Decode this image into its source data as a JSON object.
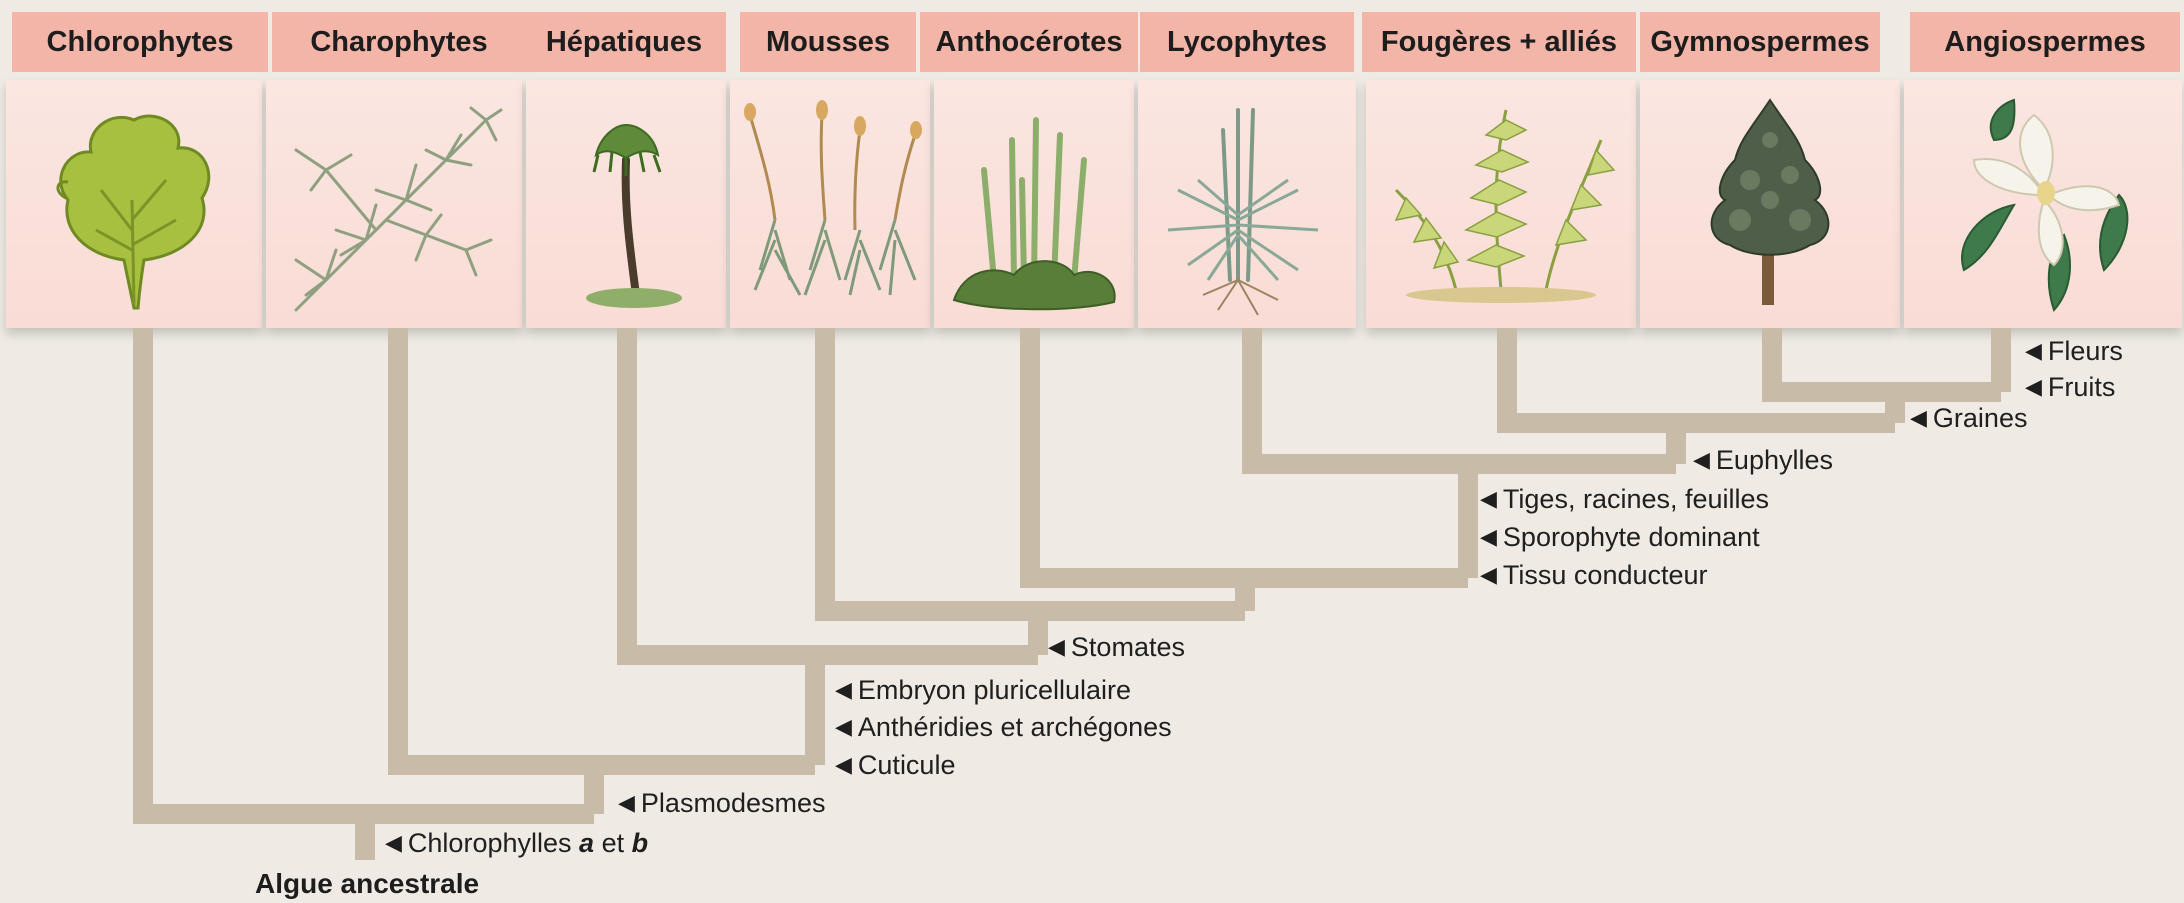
{
  "groups": [
    {
      "name": "Chlorophytes",
      "icon": "green-alga-icon"
    },
    {
      "name": "Charophytes",
      "icon": "charophyte-alga-icon"
    },
    {
      "name": "Hépatiques",
      "icon": "liverwort-icon"
    },
    {
      "name": "Mousses",
      "icon": "moss-icon"
    },
    {
      "name": "Anthocérotes",
      "icon": "hornwort-icon"
    },
    {
      "name": "Lycophytes",
      "icon": "lycophyte-icon"
    },
    {
      "name": "Fougères + alliés",
      "icon": "fern-icon"
    },
    {
      "name": "Gymnospermes",
      "icon": "conifer-tree-icon"
    },
    {
      "name": "Angiospermes",
      "icon": "magnolia-flower-icon"
    }
  ],
  "traits": {
    "fleurs": "Fleurs",
    "fruits": "Fruits",
    "graines": "Graines",
    "euphylles": "Euphylles",
    "tiges": "Tiges, racines, feuilles",
    "sporophyte": "Sporophyte dominant",
    "tissu": "Tissu conducteur",
    "stomates": "Stomates",
    "embryon": "Embryon pluricellulaire",
    "antheridies": "Anthéridies et archégones",
    "cuticule": "Cuticule",
    "plasmodesmes": "Plasmodesmes",
    "chlorophylles_prefix": "Chlorophylles",
    "chlorophylles_a": "a",
    "chlorophylles_et": "et",
    "chlorophylles_b": "b"
  },
  "root_label": "Algue ancestrale",
  "colors": {
    "header": "#f2b5a8",
    "panel": "#fbe6e1",
    "branch": "#c8bba7",
    "background": "#efebe4"
  }
}
